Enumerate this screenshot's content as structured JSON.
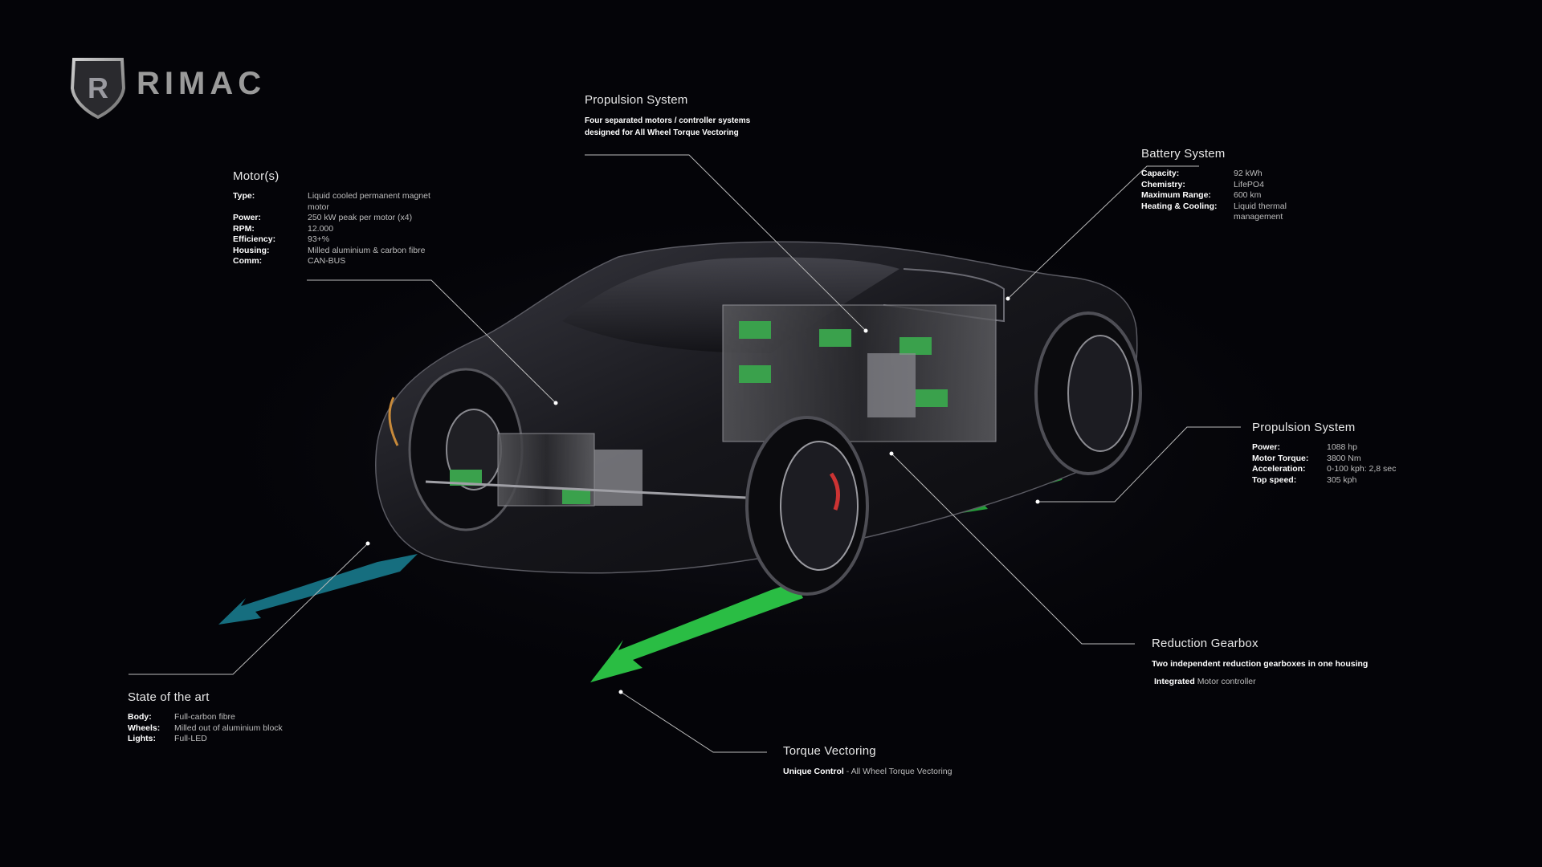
{
  "brand": {
    "name": "RIMAC",
    "logo_icon": "rimac-shield-icon"
  },
  "motors": {
    "title": "Motor(s)",
    "specs": [
      {
        "k": "Type:",
        "v": "Liquid cooled permanent magnet motor"
      },
      {
        "k": "Power:",
        "v": "250 kW peak per motor (x4)"
      },
      {
        "k": "RPM:",
        "v": "12.000"
      },
      {
        "k": "Efficiency:",
        "v": "93+%"
      },
      {
        "k": "Housing:",
        "v": "Milled aluminium & carbon fibre"
      },
      {
        "k": "Comm:",
        "v": "CAN-BUS"
      }
    ]
  },
  "propulsion_top": {
    "title": "Propulsion System",
    "line1": "Four separated motors / controller systems",
    "line2": "designed for All Wheel Torque Vectoring"
  },
  "battery": {
    "title": "Battery System",
    "specs": [
      {
        "k": "Capacity:",
        "v": "92 kWh"
      },
      {
        "k": "Chemistry:",
        "v": "LifePO4"
      },
      {
        "k": "Maximum Range:",
        "v": "600 km"
      },
      {
        "k": "Heating & Cooling:",
        "v": "Liquid thermal management"
      }
    ]
  },
  "propulsion_right": {
    "title": "Propulsion System",
    "specs": [
      {
        "k": "Power:",
        "v": "1088 hp"
      },
      {
        "k": "Motor Torque:",
        "v": "3800 Nm"
      },
      {
        "k": "Acceleration:",
        "v": "0-100 kph: 2,8 sec"
      },
      {
        "k": "Top speed:",
        "v": "305 kph"
      }
    ]
  },
  "gearbox": {
    "title": "Reduction Gearbox",
    "line1": "Two independent reduction gearboxes in one housing",
    "line2_bold": "Integrated",
    "line2_rest": "Motor controller"
  },
  "state": {
    "title": "State of the art",
    "specs": [
      {
        "k": "Body:",
        "v": "Full-carbon fibre"
      },
      {
        "k": "Wheels:",
        "v": "Milled out of aluminium block"
      },
      {
        "k": "Lights:",
        "v": "Full-LED"
      }
    ]
  },
  "torque": {
    "title": "Torque Vectoring",
    "bold": "Unique Control",
    "rest": "- All Wheel Torque Vectoring"
  },
  "colors": {
    "accent_green": "#2fd24a",
    "accent_blue": "#1c8aa0",
    "line": "#bbbbbb"
  }
}
